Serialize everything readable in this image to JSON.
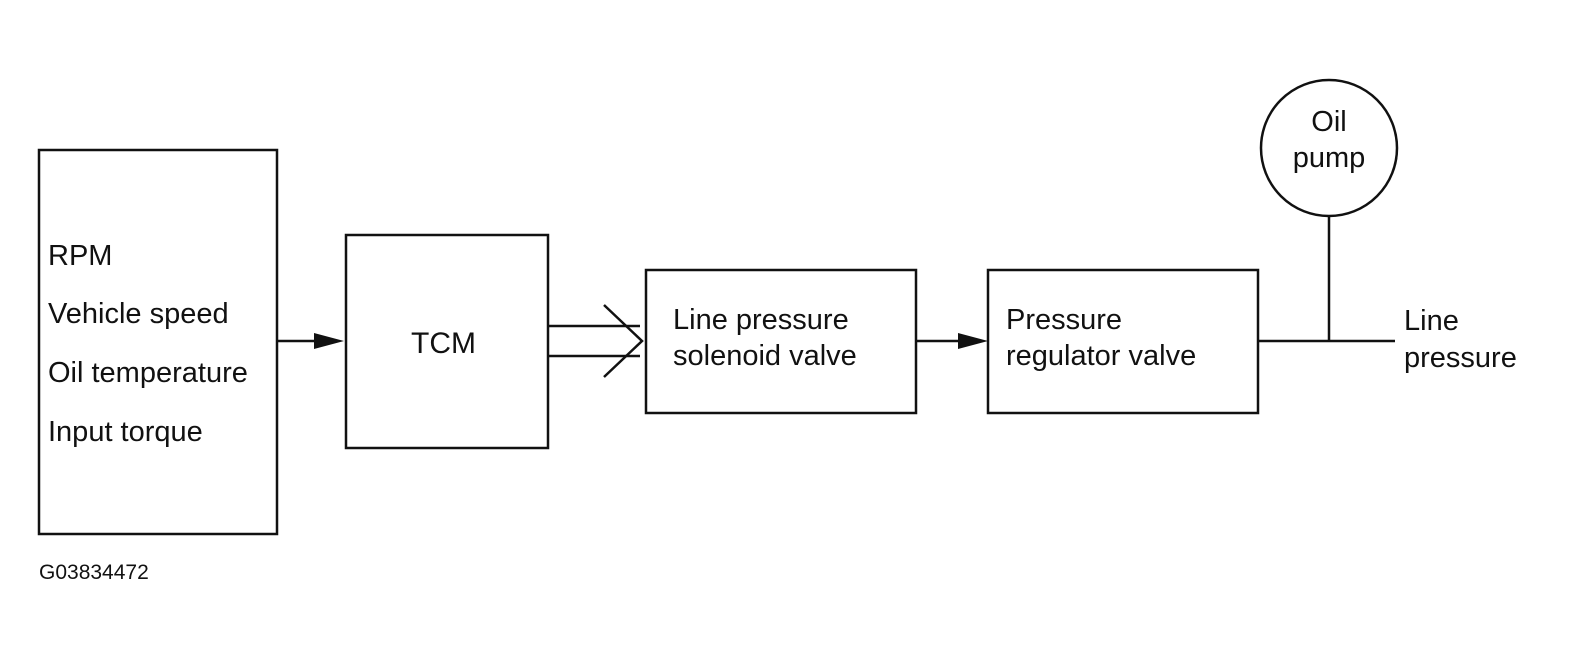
{
  "inputs_box": {
    "items": [
      "RPM",
      "Vehicle speed",
      "Oil temperature",
      "Input torque"
    ]
  },
  "tcm": {
    "label": "TCM"
  },
  "solenoid": {
    "line1": "Line pressure",
    "line2": "solenoid valve"
  },
  "regulator": {
    "line1": "Pressure",
    "line2": "regulator valve"
  },
  "pump": {
    "line1": "Oil",
    "line2": "pump"
  },
  "output": {
    "line1": "Line",
    "line2": "pressure"
  },
  "figure_code": "G03834472",
  "colors": {
    "line": "#111111",
    "background": "#ffffff"
  }
}
